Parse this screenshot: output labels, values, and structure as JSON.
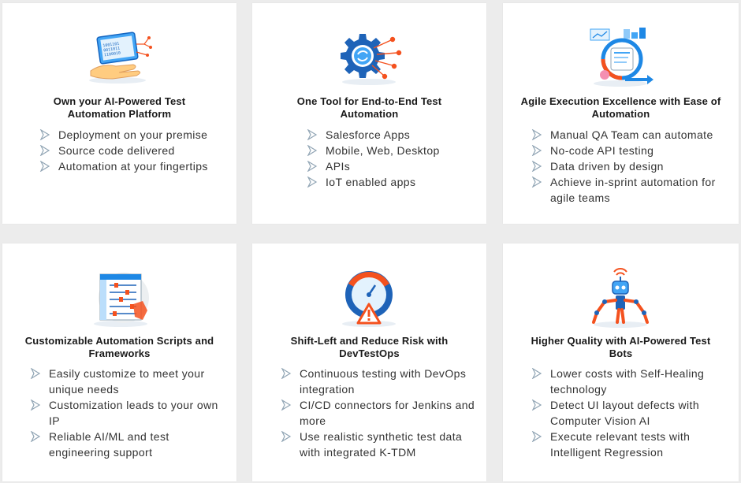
{
  "cards": [
    {
      "icon": "hand-tablet-icon",
      "title": "Own your AI-Powered Test Automation Platform",
      "items": [
        "Deployment on your premise",
        "Source code delivered",
        "Automation at your fingertips"
      ]
    },
    {
      "icon": "gear-circuit-icon",
      "title": "One Tool for End-to-End Test Automation",
      "items": [
        "Salesforce Apps",
        "Mobile, Web, Desktop",
        "APIs",
        "IoT enabled apps"
      ]
    },
    {
      "icon": "agile-cycle-icon",
      "title": "Agile Execution Excellence with Ease of Automation",
      "items": [
        "Manual QA Team can automate",
        "No-code API testing",
        "Data driven by design",
        "Achieve in-sprint automation for agile teams"
      ]
    },
    {
      "icon": "customize-panel-icon",
      "title": "Customizable Automation Scripts and Frameworks",
      "items": [
        "Easily customize to meet your unique needs",
        "Customization leads to your own IP",
        "Reliable AI/ML and test engineering support"
      ]
    },
    {
      "icon": "risk-gauge-icon",
      "title": "Shift-Left and Reduce Risk with DevTestOps",
      "items": [
        "Continuous testing with DevOps integration",
        "CI/CD connectors for Jenkins and more",
        "Use realistic synthetic test data with integrated K-TDM"
      ]
    },
    {
      "icon": "robot-bot-icon",
      "title": "Higher Quality with AI-Powered Test Bots",
      "items": [
        "Lower costs with Self-Healing technology",
        "Detect UI layout defects with Computer Vision AI",
        "Execute relevant tests with Intelligent Regression"
      ]
    }
  ],
  "colors": {
    "background": "#ececec",
    "card": "#ffffff",
    "accent_blue": "#1e88e5",
    "accent_orange": "#f4511e",
    "bullet": "#90a4b4"
  }
}
